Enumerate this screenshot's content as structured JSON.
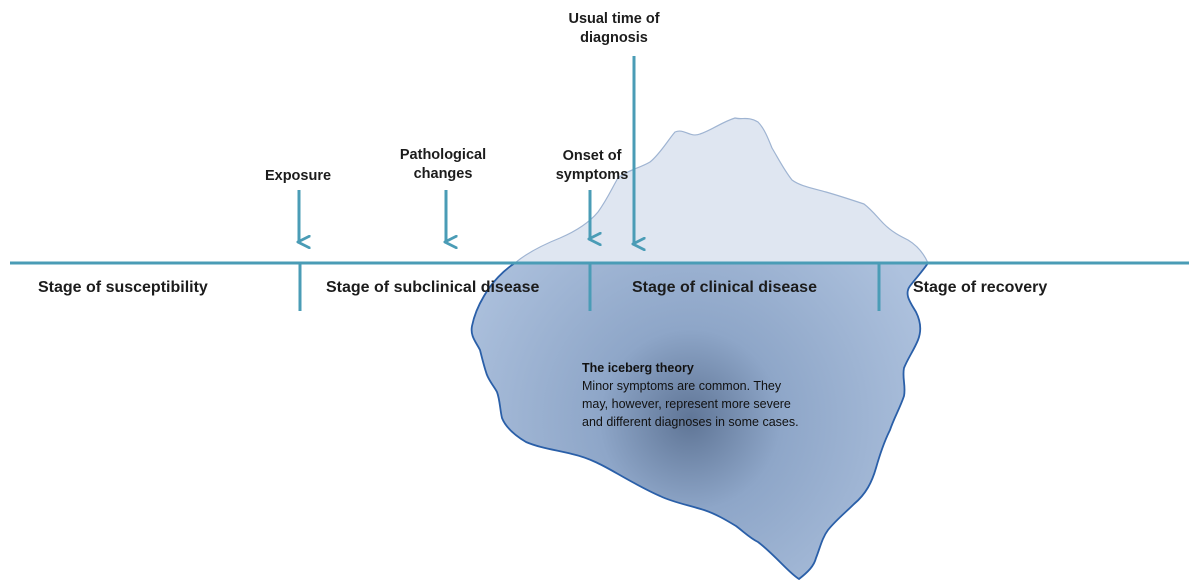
{
  "events": {
    "exposure": "Exposure",
    "pathological": [
      "Pathological",
      "changes"
    ],
    "onset": [
      "Onset of",
      "symptoms"
    ],
    "diagnosis": [
      "Usual time of",
      "diagnosis"
    ]
  },
  "stages": {
    "susceptibility": "Stage of susceptibility",
    "subclinical": "Stage of subclinical disease",
    "clinical": "Stage of clinical disease",
    "recovery": "Stage of recovery"
  },
  "iceberg": {
    "title": "The iceberg theory",
    "lines": [
      "Minor symptoms are common. They",
      "may, however, represent more severe",
      "and different diagnoses in some cases."
    ]
  },
  "colors": {
    "timeline": "#4a9cb6",
    "iceberg_top": "#dfe6f1",
    "iceberg_bottom": "#7f9cc3",
    "iceberg_outline": "#2a5fa8"
  }
}
